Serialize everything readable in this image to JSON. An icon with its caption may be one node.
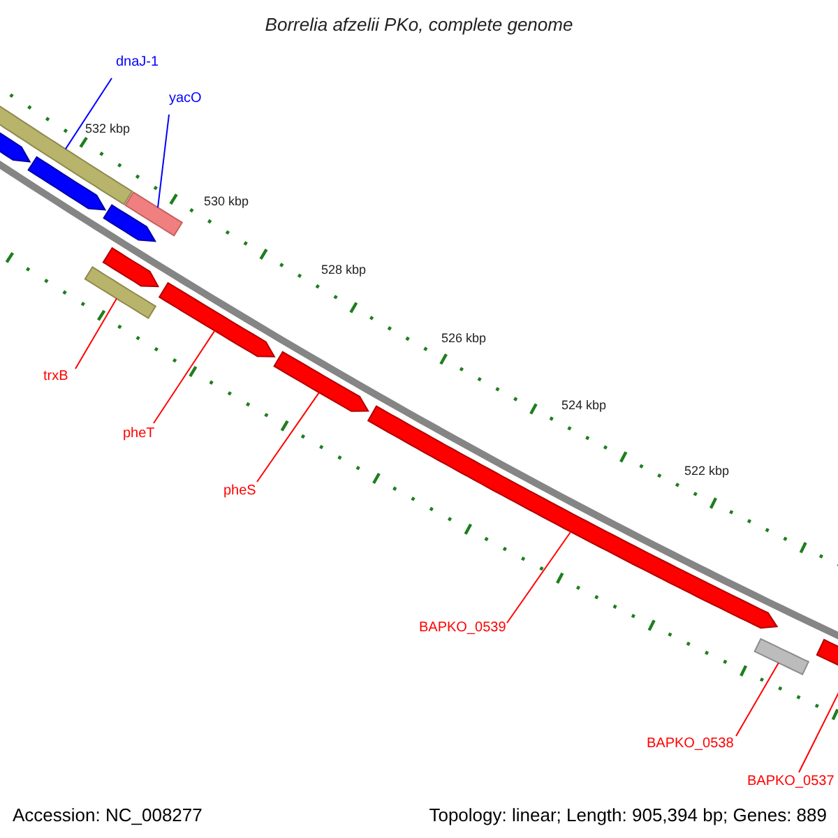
{
  "diagram": {
    "title": "Borrelia afzelii PKo, complete genome",
    "nodes": [
      {
        "text": [
          "dnaJ-1"
        ]
      },
      {
        "text": [
          "yacO"
        ]
      },
      {
        "text": [
          "trxB"
        ]
      },
      {
        "text": [
          "pheT"
        ]
      },
      {
        "text": [
          "pheS"
        ]
      },
      {
        "text": [
          "BAPKO_0539"
        ]
      },
      {
        "text": [
          "BAPKO_0538"
        ]
      },
      {
        "text": [
          "BAPKO_0537"
        ]
      },
      {
        "text": [],
        "shape": "bar"
      },
      {
        "text": [],
        "shape": "bar"
      },
      {
        "text": [],
        "shape": "bar"
      },
      {
        "text": [],
        "shape": "arrow"
      },
      {
        "text": [],
        "shape": "arrow"
      },
      {
        "text": [],
        "shape": "arrow"
      },
      {
        "text": [],
        "shape": "bar"
      },
      {
        "text": [],
        "shape": "arrow"
      }
    ],
    "edges": [
      {
        "from": 0,
        "to": 8,
        "arrow": "none",
        "color": "#0000ff"
      },
      {
        "from": 1,
        "to": 9,
        "arrow": "none",
        "color": "#0000ff"
      },
      {
        "from": 2,
        "to": 10,
        "arrow": "none"
      },
      {
        "from": 3,
        "to": 11,
        "arrow": "none"
      },
      {
        "from": 4,
        "to": 12,
        "arrow": "none"
      },
      {
        "from": 5,
        "to": 13,
        "arrow": "none"
      },
      {
        "from": 6,
        "to": 14,
        "arrow": "none"
      },
      {
        "from": 7,
        "to": 15,
        "arrow": "none"
      }
    ],
    "labels": [
      "532 kbp",
      "530 kbp",
      "528 kbp",
      "526 kbp",
      "524 kbp",
      "522 kbp",
      "Accession: NC_008277",
      "Topology: linear; Length: 905,394 bp; Genes: 889"
    ]
  }
}
